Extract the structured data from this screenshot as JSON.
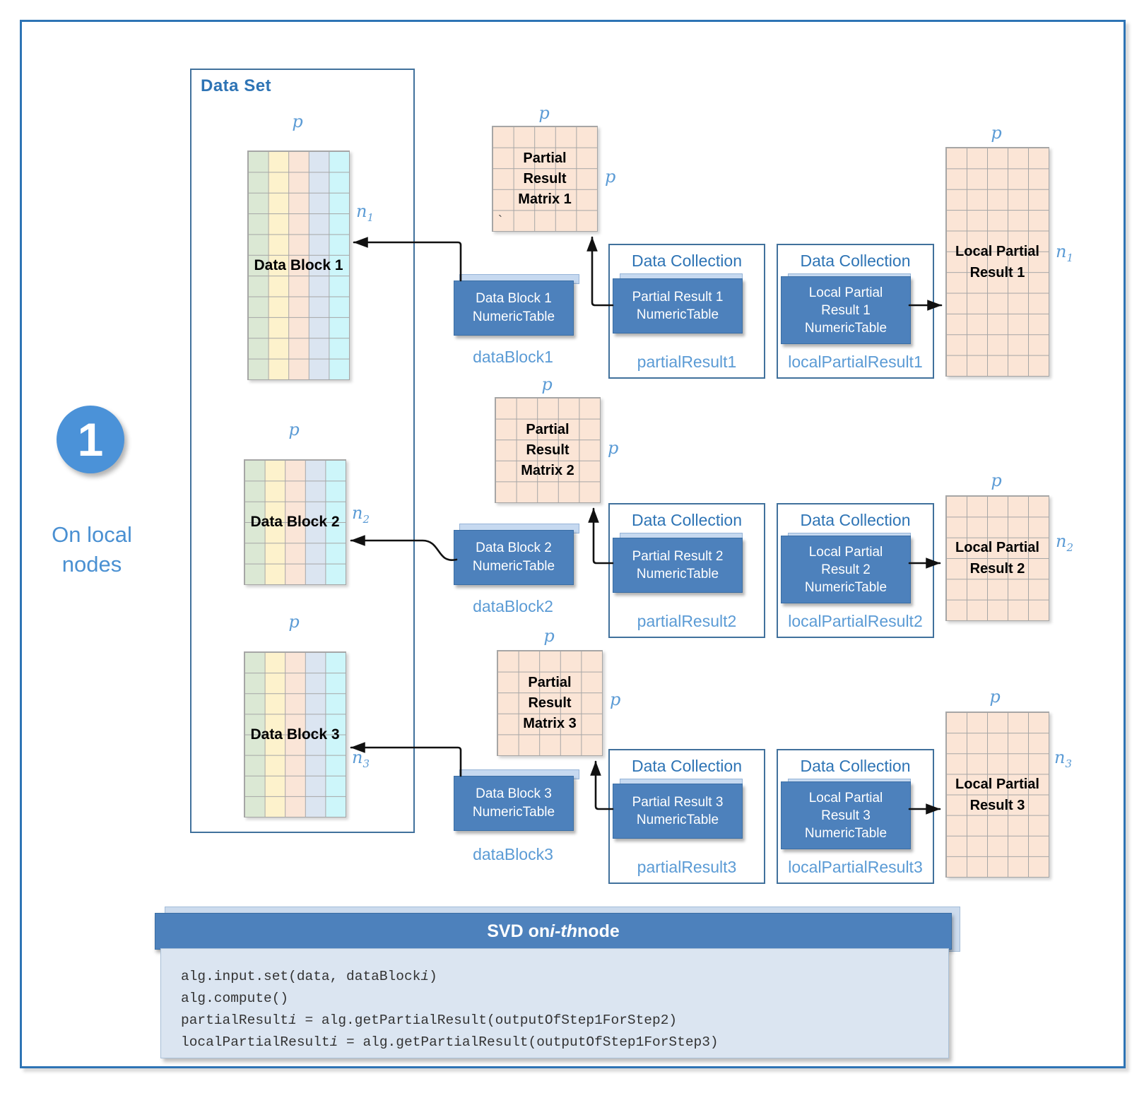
{
  "badge": {
    "number": "1",
    "caption_line1": "On local",
    "caption_line2": "nodes"
  },
  "dataset": {
    "title": "Data Set"
  },
  "dims": {
    "p": "p"
  },
  "rows": [
    {
      "data_block": {
        "label": "Data Block 1",
        "p": "p",
        "n_base": "n",
        "n_sub": "1"
      },
      "partial_matrix": {
        "line1": "Partial",
        "line2": "Result",
        "line3": "Matrix 1",
        "p_top": "p",
        "p_side": "p",
        "stray_mark": "`"
      },
      "numeric_table_button": {
        "line1": "Data Block 1",
        "line2": "NumericTable",
        "label": "dataBlock1"
      },
      "partial_collection": {
        "title": "Data Collection",
        "box_line1": "Partial Result 1",
        "box_line2": "NumericTable",
        "label": "partialResult1"
      },
      "local_collection": {
        "title": "Data Collection",
        "box_line1": "Local Partial",
        "box_line2": "Result 1",
        "box_line3": "NumericTable",
        "label": "localPartialResult1"
      },
      "local_result": {
        "line1": "Local Partial",
        "line2": "Result 1",
        "p": "p",
        "n_base": "n",
        "n_sub": "1"
      }
    },
    {
      "data_block": {
        "label": "Data Block 2",
        "p": "p",
        "n_base": "n",
        "n_sub": "2"
      },
      "partial_matrix": {
        "line1": "Partial",
        "line2": "Result",
        "line3": "Matrix 2",
        "p_top": "p",
        "p_side": "p"
      },
      "numeric_table_button": {
        "line1": "Data Block 2",
        "line2": "NumericTable",
        "label": "dataBlock2"
      },
      "partial_collection": {
        "title": "Data Collection",
        "box_line1": "Partial Result 2",
        "box_line2": "NumericTable",
        "label": "partialResult2"
      },
      "local_collection": {
        "title": "Data Collection",
        "box_line1": "Local Partial",
        "box_line2": "Result 2",
        "box_line3": "NumericTable",
        "label": "localPartialResult2"
      },
      "local_result": {
        "line1": "Local Partial",
        "line2": "Result 2",
        "p": "p",
        "n_base": "n",
        "n_sub": "2"
      }
    },
    {
      "data_block": {
        "label": "Data Block 3",
        "p": "p",
        "n_base": "n",
        "n_sub": "3"
      },
      "partial_matrix": {
        "line1": "Partial",
        "line2": "Result",
        "line3": "Matrix 3",
        "p_top": "p",
        "p_side": "p"
      },
      "numeric_table_button": {
        "line1": "Data Block 3",
        "line2": "NumericTable",
        "label": "dataBlock3"
      },
      "partial_collection": {
        "title": "Data Collection",
        "box_line1": "Partial Result 3",
        "box_line2": "NumericTable",
        "label": "partialResult3"
      },
      "local_collection": {
        "title": "Data Collection",
        "box_line1": "Local Partial",
        "box_line2": "Result 3",
        "box_line3": "NumericTable",
        "label": "localPartialResult3"
      },
      "local_result": {
        "line1": "Local Partial",
        "line2": "Result 3",
        "p": "p",
        "n_base": "n",
        "n_sub": "3"
      }
    }
  ],
  "svd_panel": {
    "title_pre": "SVD on ",
    "title_italic": "i-th",
    "title_post": " node",
    "code": [
      {
        "a": "alg.input.set(data, dataBlock",
        "i": "i",
        "b": ")"
      },
      {
        "a": "alg.compute()",
        "i": "",
        "b": ""
      },
      {
        "a": "partialResult",
        "i": "i",
        "b": " = alg.getPartialResult(outputOfStep1ForStep2)"
      },
      {
        "a": "localPartialResult",
        "i": "i",
        "b": " = alg.getPartialResult(outputOfStep1ForStep3)"
      }
    ]
  },
  "colors": {
    "frame_border": "#2e74b5",
    "box_border": "#41719c",
    "button_blue": "#4d81bc",
    "label_blue": "#5b9bd5",
    "badge_blue": "#4b92d8",
    "peach_cell": "#fbe5d6",
    "grid_line": "#a6a6a6",
    "stripe_green": "#dbe8d4",
    "stripe_yellow": "#fdf2cc",
    "stripe_peach": "#fae5d7",
    "stripe_blue": "#dbe5f1",
    "stripe_cyan": "#cdf6fa",
    "code_panel_bg": "#dbe5f1"
  }
}
